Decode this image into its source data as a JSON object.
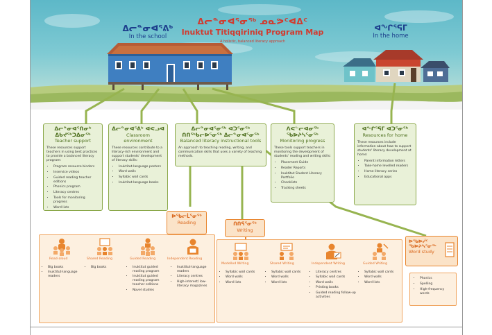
{
  "header": {
    "title_syllabics": "ᐃᓕᓐᓂᐊᕐᓂᖅ ᓄᓇᕗᑦᐊᐃᑦ",
    "title": "Inuktut Titiqqiriniq Program Map",
    "subtitle": "A holistic, balanced literacy approach",
    "school_syllabics": "ᐃᓕᓐᓂᐊᕐᕕᒃ",
    "school_label": "In the school",
    "home_syllabics": "ᐊᖏᕐᕋᒥ",
    "home_label": "In the home"
  },
  "colors": {
    "green": "#8ba84a",
    "orange": "#e8852e",
    "red_title": "#d23a2e",
    "blue_label": "#1c3e8c"
  },
  "green_cards": [
    {
      "syllabics": "ᐃᓕᓐᓂᐊᕐᑎᓂᒃ ᐃᑲᔪᖅᑐᐃᓂᖅ",
      "title": "Teacher support",
      "desc": "These resources support teachers in using best practices to provide a balanced literacy program:",
      "items": [
        "Program resource binders",
        "Inservice videos",
        "Guided reading teacher editions",
        "Phonics program",
        "Literacy centres",
        "Tools for monitoring progress",
        "Word lists"
      ]
    },
    {
      "syllabics": "ᐃᓕᓐᓂᐊᕐᕕᒃ ᐊᕙᓗᐊ",
      "title": "Classroom environment",
      "desc": "These resources contribute to a literacy-rich environment and support students' development of literacy skills:",
      "items": [
        "Inuktitut-language posters",
        "Word walls",
        "Syllabic wall cards",
        "Inuktitut-language books"
      ]
    },
    {
      "syllabics": "ᐃᓕᓐᓂᐊᕐᓂᖅ ᐊᑐᕐᓂᖅ ᑎᑎᖅᑲᓕᐅᕐᓂᖅ ᐃᓕᓐᓂᐊᕐᓂᖅ",
      "title": "Balanced literacy instructional tools",
      "desc": "An approach to teaching reading, writing, and communication skills that uses a variety of teaching methods.",
      "items": []
    },
    {
      "syllabics": "ᐱᕙᓪᓕᐊᓂᖅ ᖃᐅᔨᓴᕐᓂᖅ",
      "title": "Monitoring progress",
      "desc": "These tools support teachers in monitoring the development of students' reading and writing skills:",
      "items": [
        "Placement Guide",
        "Reader Reports",
        "Inuktitut Student Literacy Portfolio",
        "Checklists",
        "Tracking sheets"
      ]
    },
    {
      "syllabics": "ᐊᖏᕐᕋᒥ ᐊᑐᕐᓂᖅ",
      "title": "Resources for home",
      "desc": "These resources include information about how to support students' literacy development at home:",
      "items": [
        "Parent information letters",
        "Take-home levelled readers",
        "Home literacy series",
        "Educational apps"
      ]
    }
  ],
  "reading": {
    "syllabics": "ᐅᖃᓕᒫᕐᓂᖅ",
    "title": "Reading",
    "columns": [
      {
        "name": "Read-aloud",
        "items": [
          "Big books",
          "Inuktitut-language readers"
        ]
      },
      {
        "name": "Shared Reading",
        "items": [
          "Big books"
        ]
      },
      {
        "name": "Guided Reading",
        "items": [
          "Inuktitut guided reading program",
          "Inuktitut guided reading program teacher editions",
          "Novel studies"
        ]
      },
      {
        "name": "Independent Reading",
        "items": [
          "Inuktitut-language readers",
          "Literacy centres",
          "High-interest/ low-literacy magazines"
        ]
      }
    ]
  },
  "writing": {
    "syllabics": "ᑎᑎᕋᕐᓂᖅ",
    "title": "Writing",
    "columns": [
      {
        "name": "Modelled Writing",
        "items": [
          "Syllabic wall cards",
          "Word walls",
          "Word lists"
        ]
      },
      {
        "name": "Shared Writing",
        "items": [
          "Syllabic wall cards",
          "Word walls",
          "Word lists"
        ]
      },
      {
        "name": "Independent Writing",
        "items": [
          "Literacy centres",
          "Syllabic wall cards",
          "Word walls",
          "Printing books",
          "Guided reading follow-up activities"
        ]
      },
      {
        "name": "Guided Writing",
        "items": [
          "Syllabic wall cards",
          "Word walls",
          "Word lists"
        ]
      }
    ]
  },
  "word_study": {
    "syllabics": "ᐅᖃᐅᓰᑦ ᖃᐅᔨᓴᕐᓂᖅ",
    "title": "Word study",
    "items": [
      "Phonics",
      "Spelling",
      "High-frequency words"
    ]
  }
}
